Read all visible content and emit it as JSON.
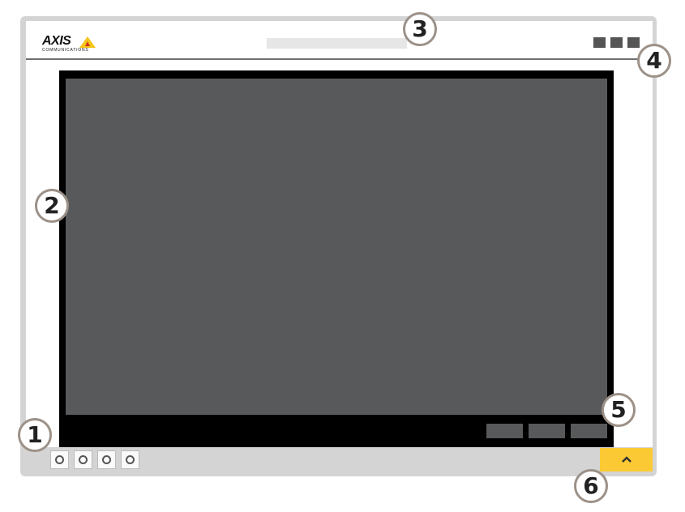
{
  "logo": {
    "wordmark": "AXIS",
    "subtitle": "COMMUNICATIONS",
    "icon": "axis-triangle-icon"
  },
  "header": {
    "menu_icons": [
      "menu-square-icon",
      "menu-square-icon",
      "menu-square-icon"
    ]
  },
  "bottom_bar": {
    "controls": [
      "circle-control-icon",
      "circle-control-icon",
      "circle-control-icon",
      "circle-control-icon"
    ],
    "expand_icon": "chevron-up-icon"
  },
  "colors": {
    "frame": "#d4d4d4",
    "video_background": "#58595b",
    "video_border": "#000000",
    "expand_button": "#fbc933",
    "callout_border": "#9c9188"
  },
  "callouts": {
    "c1": "1",
    "c2": "2",
    "c3": "3",
    "c4": "4",
    "c5": "5",
    "c6": "6"
  }
}
